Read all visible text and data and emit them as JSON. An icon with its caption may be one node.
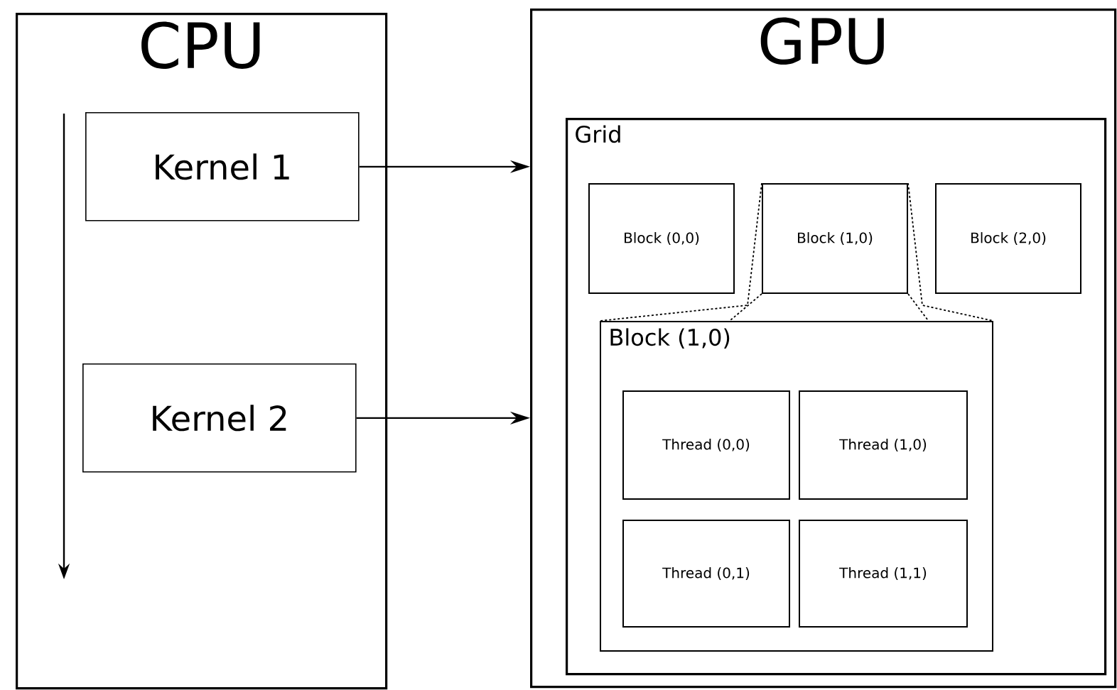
{
  "diagram": {
    "nodes": [
      {
        "text": [
          "CPU"
        ]
      },
      {
        "text": [
          "Kernel 1"
        ],
        "in": 0
      },
      {
        "text": [
          "Kernel 2"
        ],
        "in": 0
      },
      {
        "text": [
          "GPU"
        ]
      },
      {
        "text": [
          "Grid"
        ],
        "in": 3
      },
      {
        "text": [
          "Block (0,0)"
        ],
        "in": 4
      },
      {
        "text": [
          "Block (1,0)"
        ],
        "in": 4
      },
      {
        "text": [
          "Block (2,0)"
        ],
        "in": 4
      },
      {
        "text": [
          "Block (1,0)"
        ],
        "in": 4
      },
      {
        "text": [
          "Thread (0,0)"
        ],
        "in": 8
      },
      {
        "text": [
          "Thread (1,0)"
        ],
        "in": 8
      },
      {
        "text": [
          "Thread (0,1)"
        ],
        "in": 8
      },
      {
        "text": [
          "Thread (1,1)"
        ],
        "in": 8
      }
    ],
    "edges": [
      {
        "from": 1,
        "to": 3,
        "arrow": "to"
      },
      {
        "from": 2,
        "to": 3,
        "arrow": "to"
      },
      {
        "from": 6,
        "to": 8,
        "arrow": "none",
        "style": "dashed"
      },
      {
        "from": 6,
        "to": 8,
        "arrow": "none",
        "style": "dashed"
      },
      {
        "from": 6,
        "to": 8,
        "arrow": "none",
        "style": "dashed"
      },
      {
        "from": 6,
        "to": 8,
        "arrow": "none",
        "style": "dashed"
      }
    ]
  }
}
